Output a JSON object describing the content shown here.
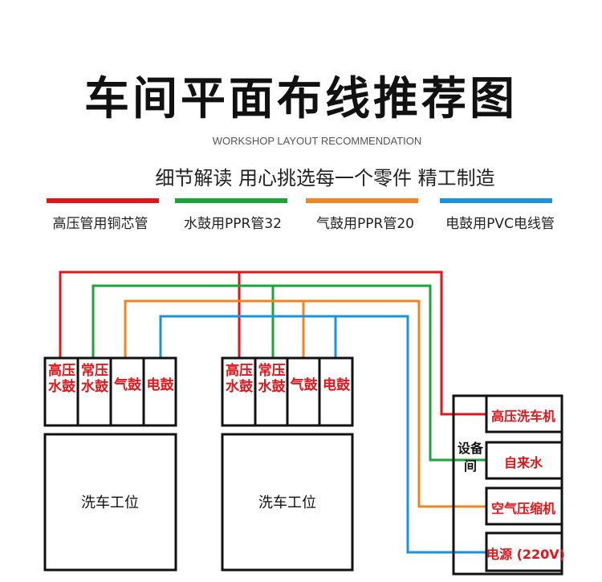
{
  "header": {
    "title": "车间平面布线推荐图",
    "subtitle": "WORKSHOP LAYOUT RECOMMENDATION",
    "slogan": "细节解读  用心挑选每一个零件  精工制造"
  },
  "legend": [
    {
      "label": "高压管用铜芯管",
      "color": "#e3141a"
    },
    {
      "label": "水鼓用PPR管32",
      "color": "#1aa53a"
    },
    {
      "label": "气鼓用PPR管20",
      "color": "#f08522"
    },
    {
      "label": "电鼓用PVC电线管",
      "color": "#1b93db"
    }
  ],
  "stations": [
    {
      "valves": [
        "高压水鼓",
        "常压水鼓",
        "气鼓",
        "电鼓"
      ],
      "label": "洗车工位"
    },
    {
      "valves": [
        "高压水鼓",
        "常压水鼓",
        "气鼓",
        "电鼓"
      ],
      "label": "洗车工位"
    }
  ],
  "equipment_room": {
    "title": "设备间",
    "items": [
      "高压洗车机",
      "自来水",
      "空气压缩机",
      "电源 (220V)"
    ]
  }
}
